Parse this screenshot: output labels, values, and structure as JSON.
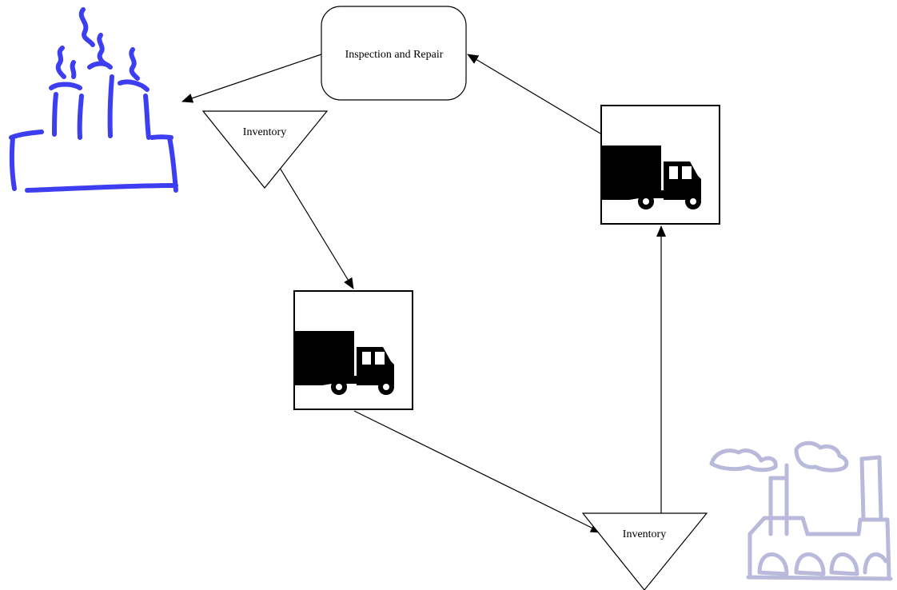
{
  "diagram": {
    "nodes": {
      "inspection_repair": {
        "label": "Inspection and Repair",
        "shape": "rounded-rectangle"
      },
      "inventory_top": {
        "label": "Inventory",
        "shape": "inverted-triangle"
      },
      "inventory_bottom": {
        "label": "Inventory",
        "shape": "inverted-triangle"
      },
      "truck_left": {
        "icon": "truck-icon"
      },
      "truck_right": {
        "icon": "truck-icon"
      },
      "factory_blue": {
        "icon": "factory-icon",
        "color": "#3d3df2"
      },
      "factory_lavender": {
        "icon": "factory-icon",
        "color": "#b9b9dc"
      }
    },
    "edges": [
      {
        "from": "inspection_repair",
        "to": "factory_blue"
      },
      {
        "from": "inventory_top",
        "to": "truck_left"
      },
      {
        "from": "truck_left",
        "to": "inventory_bottom"
      },
      {
        "from": "inventory_bottom",
        "to": "truck_right"
      },
      {
        "from": "truck_right",
        "to": "inspection_repair"
      }
    ]
  },
  "colors": {
    "line": "#000000",
    "factory_primary": "#3d3df2",
    "factory_secondary": "#b9b9dc"
  }
}
